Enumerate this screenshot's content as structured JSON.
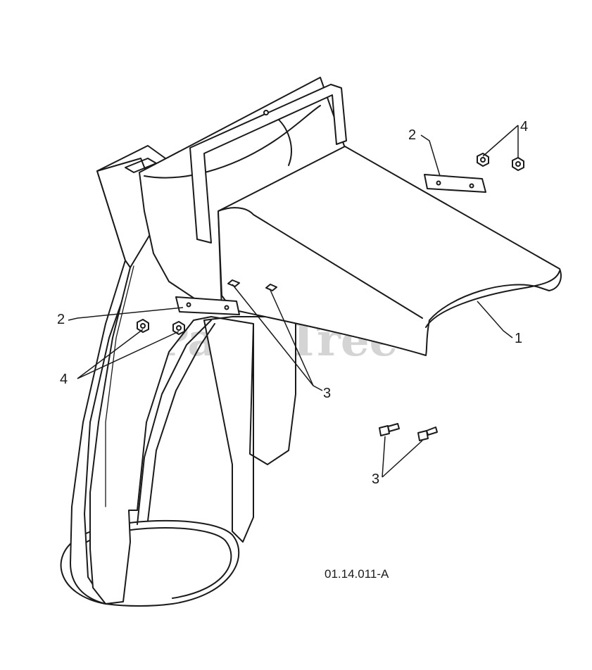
{
  "diagram": {
    "figure_id": "01.14.011-A",
    "watermark": {
      "text": "PartsTree",
      "trademark": "™"
    },
    "callouts": {
      "chute": "1",
      "plate_upper": "2",
      "plate_lower": "2",
      "bolts_upper": "3",
      "bolts_loose": "3",
      "nuts_upper": "4",
      "nuts_lower": "4"
    }
  }
}
